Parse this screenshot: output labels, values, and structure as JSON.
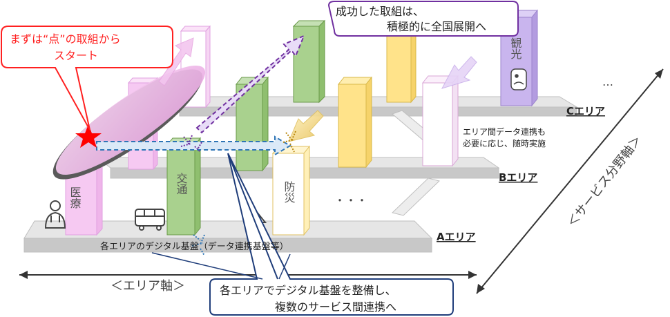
{
  "callouts": {
    "start_line1": "まずは“点”の取組から",
    "start_line2": "スタート",
    "success_line1": "成功した取組は、",
    "success_line2": "積極的に全国展開へ",
    "bottom_line1": "各エリアでデジタル基盤を整備し、",
    "bottom_line2": "複数のサービス間連携へ"
  },
  "areas": {
    "a": "Aエリア",
    "b": "Bエリア",
    "c": "Cエリア",
    "platform_label": "各エリアのデジタル基盤（データ連携基盤等）"
  },
  "pillars": {
    "medical": "医療",
    "transport": "交通",
    "disaster": "防災",
    "tourism": "観光"
  },
  "note": {
    "line1": "エリア間データ連携も",
    "line2": "必要に応じ、随時実施"
  },
  "axes": {
    "area_axis": "＜エリア軸＞",
    "service_axis": "＜サービス分野軸＞"
  },
  "ellipsis": {
    "middle": "・・・",
    "top_right": "…"
  },
  "colors": {
    "pink": "#f6c9f2",
    "green": "#a9d18e",
    "yellow": "#ffe38a",
    "purple": "#c9b5ee",
    "slab": "#d9d9d9",
    "red": "#ff0000",
    "callout_red": "#ff2020",
    "callout_purple": "#7030a0",
    "callout_blue": "#1f3d7a",
    "arrow_blue": "#5b9bd5",
    "arrow_purple": "#7030a0"
  }
}
